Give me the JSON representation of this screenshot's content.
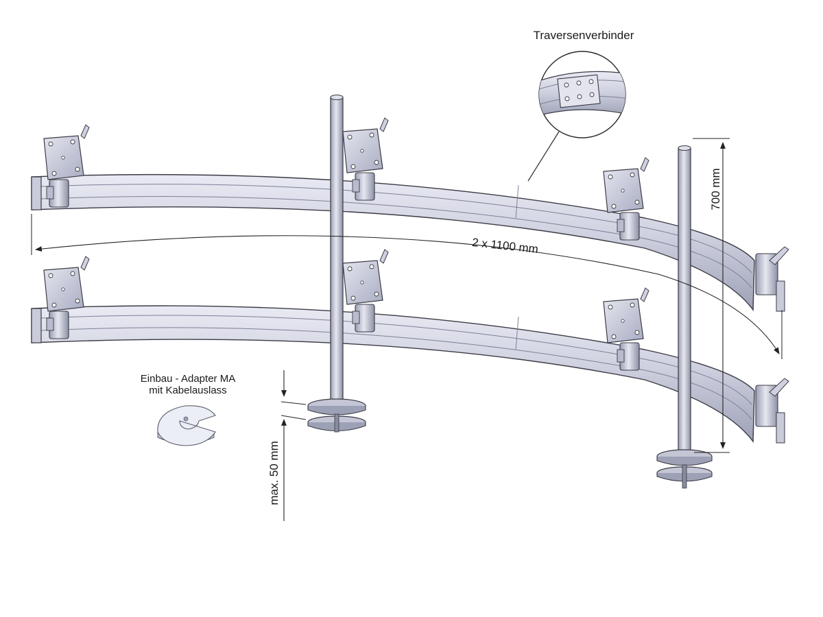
{
  "labels": {
    "connector": "Traversenverbinder",
    "width": "2 x 1100 mm",
    "height": "700 mm",
    "clamp_thickness": "max. 50 mm",
    "adapter_line1": "Einbau - Adapter MA",
    "adapter_line2": "mit Kabelauslass"
  },
  "colors": {
    "metal_light": "#d9dbe8",
    "metal_mid": "#b9bccf",
    "metal_dark": "#8f93a8",
    "outline": "#3a3a44",
    "dimension": "#222222"
  }
}
